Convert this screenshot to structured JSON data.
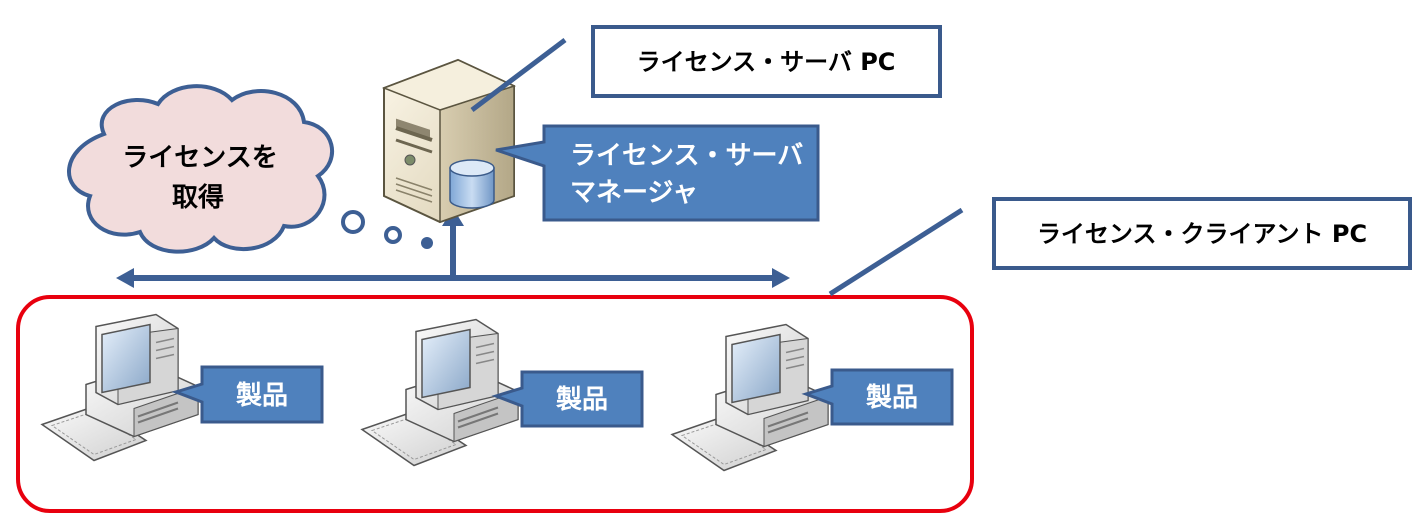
{
  "server_label": "ライセンス・サーバ PC",
  "manager_label": [
    "ライセンス・サーバ",
    "マネージャ"
  ],
  "cloud_label": [
    "ライセンスを",
    "取得"
  ],
  "client_label": "ライセンス・クライアント PC",
  "product_labels": [
    "製品",
    "製品",
    "製品"
  ],
  "colors": {
    "accent_blue": "#4f81bd",
    "border_navy": "#3a5a8c",
    "cloud_fill": "#f2dcdc",
    "client_group_border": "#e8000e",
    "network_line": "#3d5f94"
  }
}
